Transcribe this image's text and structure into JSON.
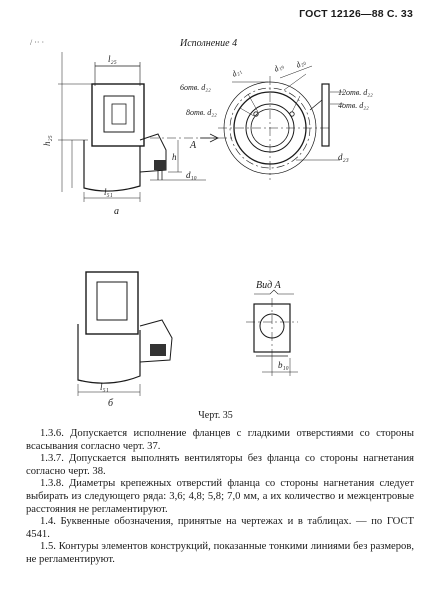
{
  "header": "ГОСТ 12126—88 С. 33",
  "corner_mark": "/ ·· ·",
  "drawing": {
    "variant_title": "Исполнение 4",
    "labels": {
      "l25": "l₂₅",
      "h25": "h₂₅",
      "h": "h",
      "A": "A",
      "d10": "d₁₀",
      "l51": "l₅₁",
      "a": "а",
      "holes6": "6отв. d₂₂",
      "holes8": "8отв. d₂₂",
      "holes12": "12отв. d₂₂",
      "holes4": "4отв. d₂₂",
      "d21": "d₂₁",
      "d19": "d₁₉",
      "d20": "d₂₀",
      "d23": "d₂₃",
      "view_a": "Вид А",
      "b10": "b₁₀",
      "l51_b": "l₅₁",
      "b": "б"
    }
  },
  "caption": "Черт. 35",
  "paragraphs": [
    "1.3.6. Допускается исполнение фланцев с гладкими отверстиями со стороны всасывания согласно черт. 37.",
    "1.3.7. Допускается выполнять вентиляторы без фланца со стороны нагнетания согласно черт. 38.",
    "1.3.8. Диаметры крепежных отверстий фланца со стороны нагнетания следует выбирать из следующего ряда: 3,6; 4,8; 5,8; 7,0 мм, а их количество и межцентровые расстояния не регламентируют.",
    "1.4. Буквенные обозначения, принятые на чертежах и в таблицах. — по ГОСТ 4541.",
    "1.5. Контуры элементов конструкций, показанные тонкими линиями без размеров, не регламентируют."
  ]
}
